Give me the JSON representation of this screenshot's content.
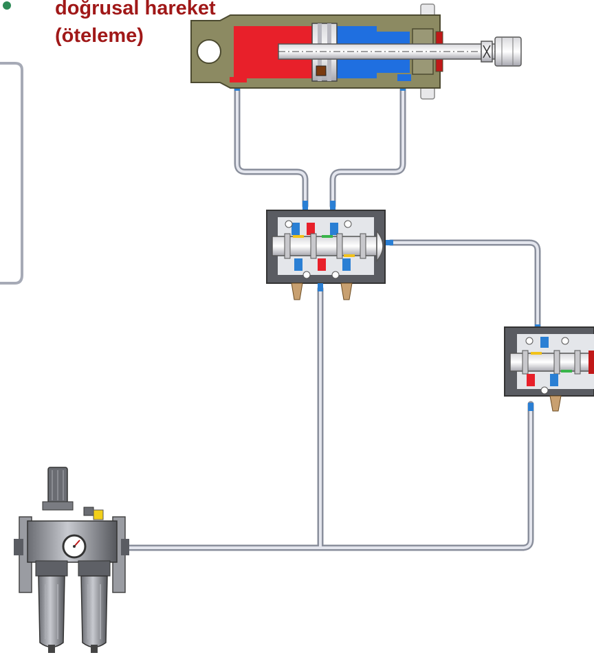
{
  "slide": {
    "bullet_line1": "doğrusal hareket",
    "bullet_line2": "(öteleme)"
  },
  "colors": {
    "text_red": "#a01818",
    "bullet_green": "#2e8b57",
    "cylinder_body": "#8c8a62",
    "chamber_red": "#e8202a",
    "chamber_blue": "#1f6fe0",
    "pipe": "#b8bcc8",
    "valve_body": "#5a5c62"
  },
  "icons": [
    "cylinder",
    "5-2-valve",
    "3-2-valve",
    "frl-unit",
    "pressure-gauge"
  ]
}
